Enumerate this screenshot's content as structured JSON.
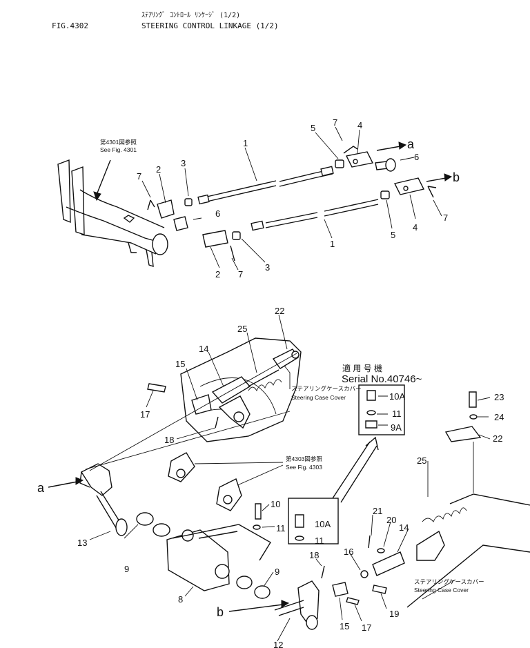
{
  "header": {
    "fig_no": "FIG.4302",
    "title_jp": "ｽﾃｱﾘﾝｸﾞ ｺﾝﾄﾛｰﾙ ﾘﾝｹｰｼﾞ (1/2)",
    "title_en": "STEERING CONTROL LINKAGE (1/2)"
  },
  "notes": {
    "see_4301_jp": "第4301図参照",
    "see_4301_en": "See Fig. 4301",
    "see_4303_jp": "第4303図参照",
    "see_4303_en": "See Fig. 4303",
    "case_cover_jp": "ステアリングケースカバー",
    "case_cover_en": "Steering Case Cover",
    "serial_jp": "適 用 号 機",
    "serial_en": "Serial  No.40746~"
  },
  "arrows": {
    "a": "a",
    "b": "b"
  },
  "labels": {
    "p1": "1",
    "p2": "2",
    "p3": "3",
    "p4": "4",
    "p5": "5",
    "p6": "6",
    "p7": "7",
    "p8": "8",
    "p9": "9",
    "p9a": "9A",
    "p10": "10",
    "p10a": "10A",
    "p11": "11",
    "p12": "12",
    "p13": "13",
    "p14": "14",
    "p15": "15",
    "p16": "16",
    "p17": "17",
    "p18": "18",
    "p19": "19",
    "p20": "20",
    "p21": "21",
    "p22": "22",
    "p23": "23",
    "p24": "24",
    "p25": "25"
  }
}
